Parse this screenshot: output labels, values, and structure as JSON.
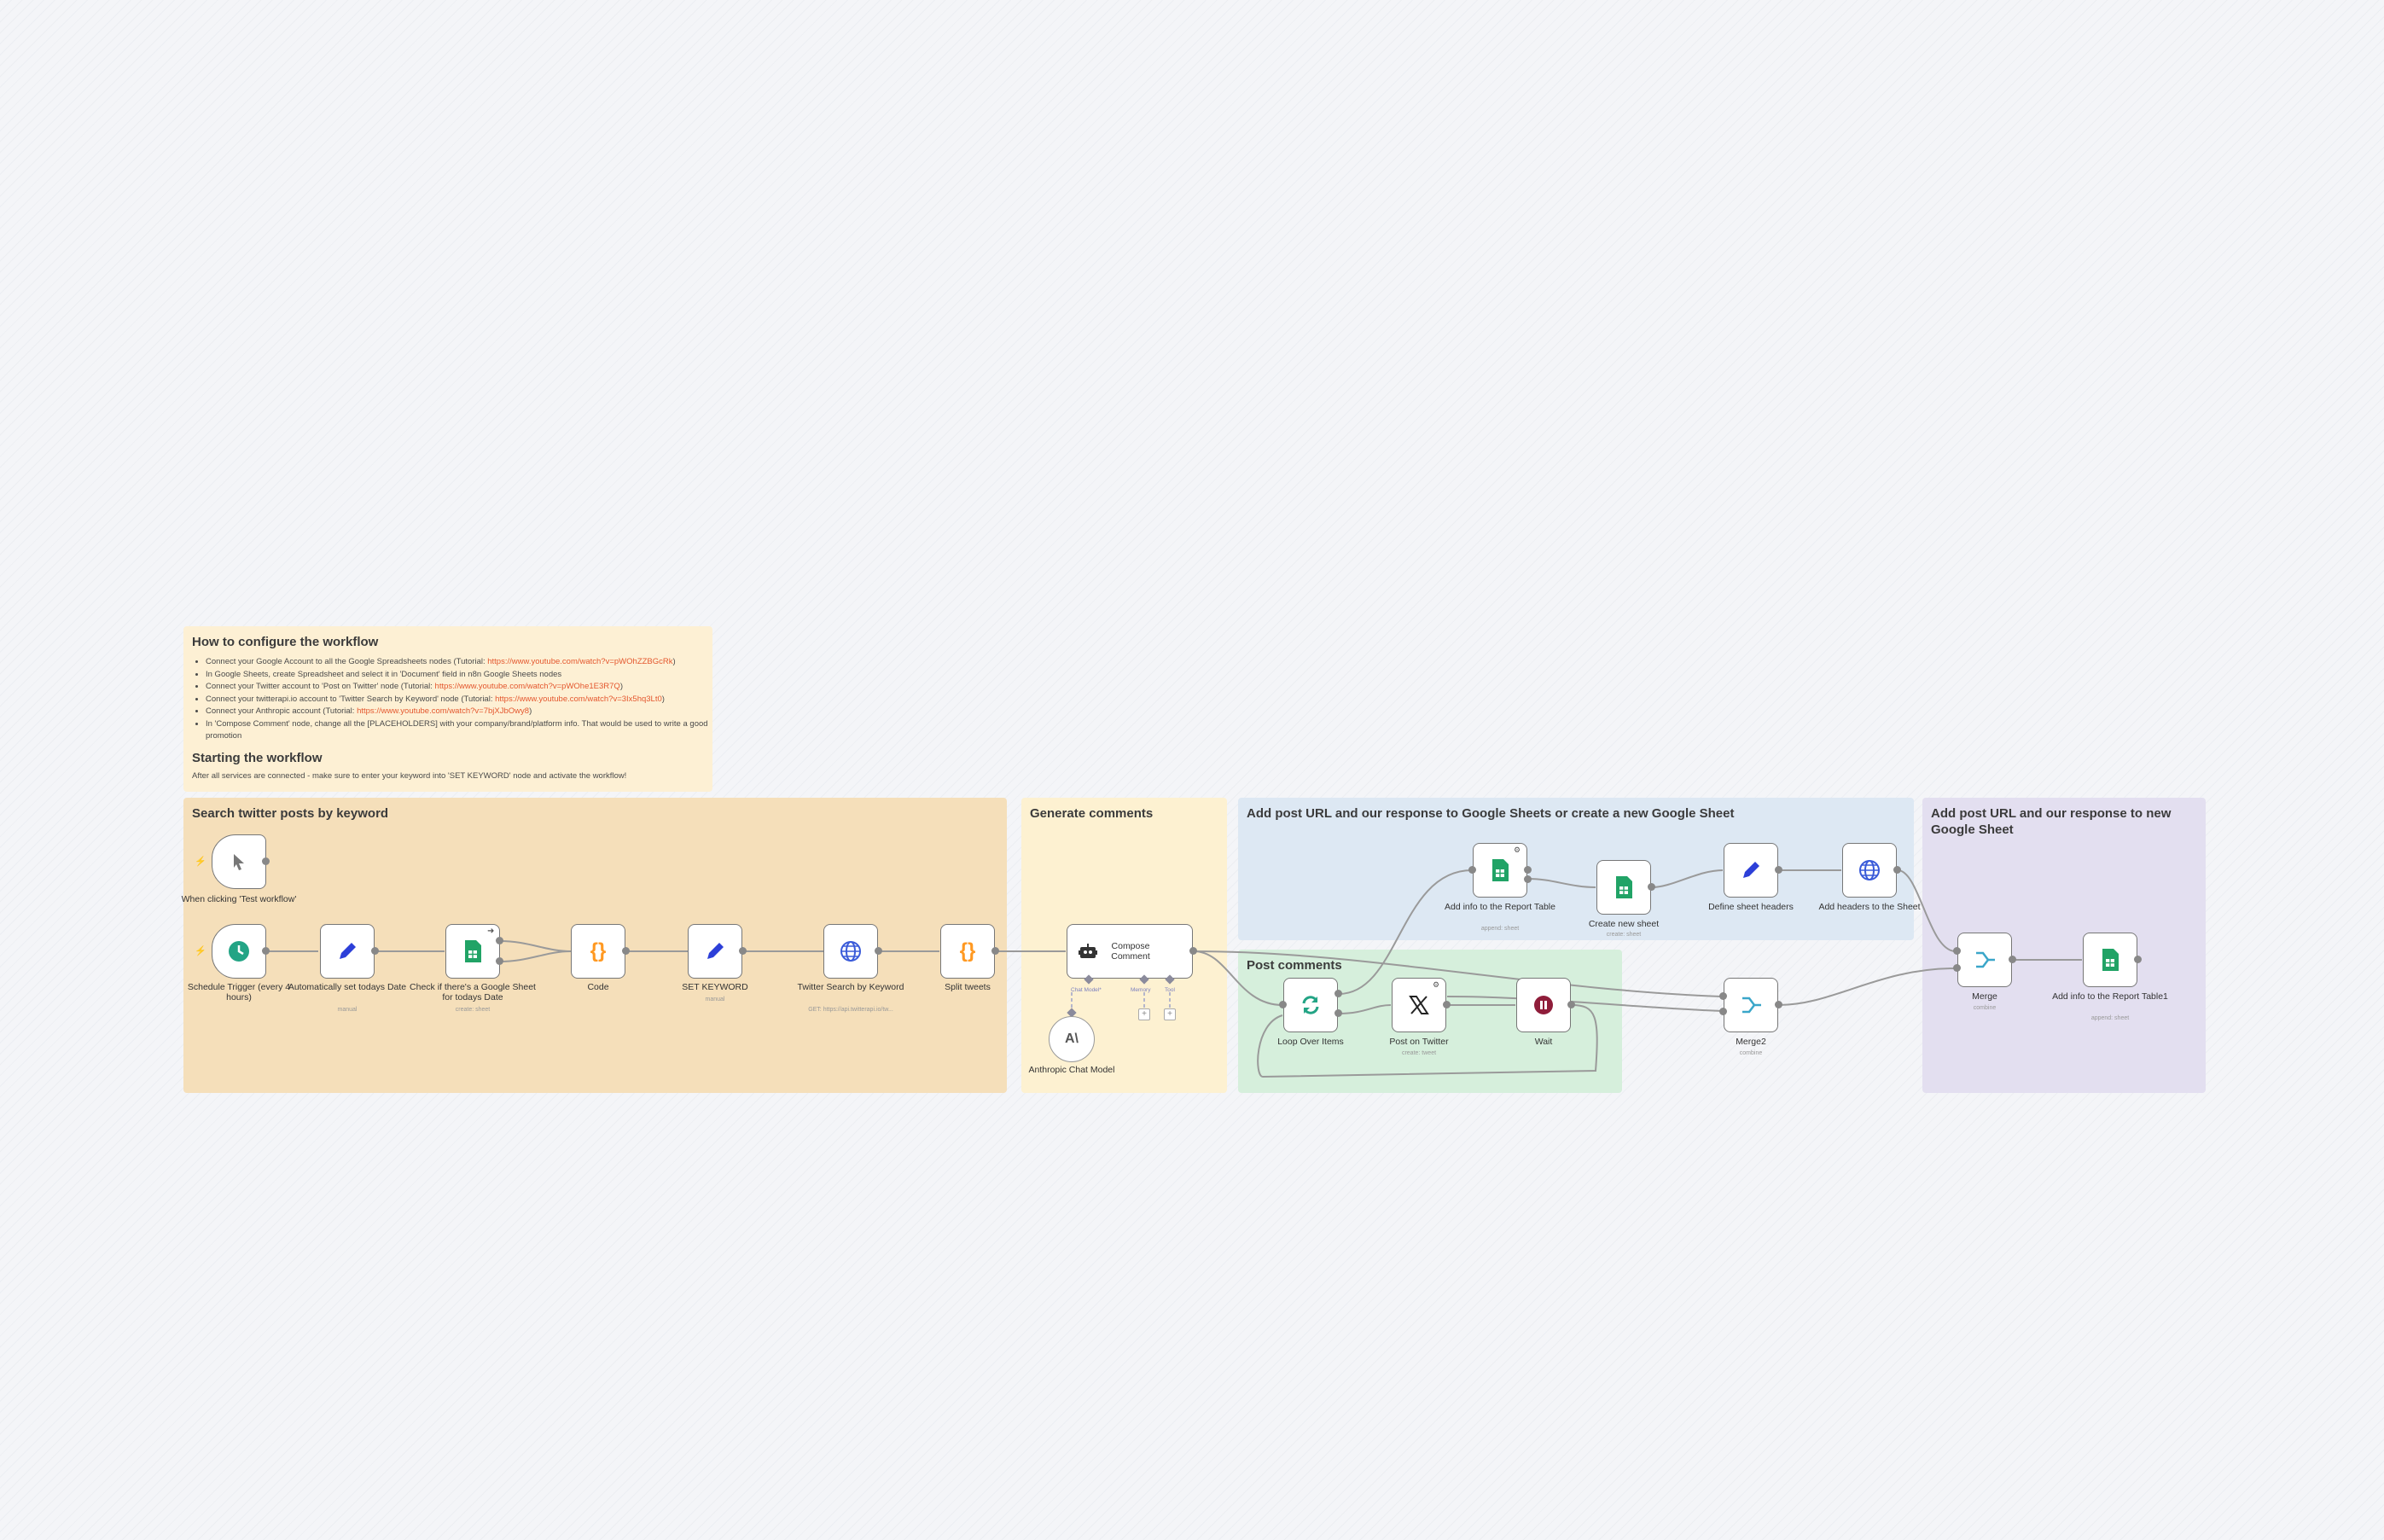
{
  "colors": {
    "accent": "#e4572e",
    "sheets_green": "#21a366",
    "code_orange": "#ff9922",
    "edit_blue": "#2c3fd8",
    "http_blue": "#3a5bd9",
    "loop_teal": "#23a485",
    "wait_red": "#8f1d3a"
  },
  "notes": {
    "configure": {
      "title": "How to configure the workflow",
      "items": [
        {
          "text": "Connect your Google Account to all the Google Spreadsheets nodes (Tutorial: ",
          "link": "https://www.youtube.com/watch?v=pWOhZZBGcRk",
          "tail": ")"
        },
        {
          "text": "In Google Sheets, create Spreadsheet and select it in 'Document' field in n8n Google Sheets nodes",
          "link": "",
          "tail": ""
        },
        {
          "text": "Connect your Twitter account to 'Post on Twitter' node (Tutorial: ",
          "link": "https://www.youtube.com/watch?v=pWOhe1E3R7Q",
          "tail": ")"
        },
        {
          "text": "Connect your twitterapi.io account to 'Twitter Search by Keyword' node (Tutorial: ",
          "link": "https://www.youtube.com/watch?v=3Ix5hq3Lt0",
          "tail": ")"
        },
        {
          "text": "Connect your Anthropic account (Tutorial: ",
          "link": "https://www.youtube.com/watch?v=7bjXJbOwy8",
          "tail": ")"
        },
        {
          "text": "In 'Compose Comment' node, change all the [PLACEHOLDERS] with your company/brand/platform info. That would be used to write a good promotion",
          "link": "",
          "tail": ""
        }
      ],
      "start_title": "Starting the workflow",
      "start_text": "After all services are connected - make sure to enter your keyword into 'SET KEYWORD' node and activate the workflow!"
    },
    "search": "Search twitter posts by keyword",
    "generate": "Generate comments",
    "blue": "Add post URL and our response to Google Sheets or create a new Google Sheet",
    "post": "Post comments",
    "purple": "Add post URL and our response to new Google Sheet"
  },
  "nodes": {
    "manual": {
      "label": "When clicking 'Test workflow'"
    },
    "schedule": {
      "label": "Schedule Trigger (every 4 hours)"
    },
    "set_date": {
      "label": "Automatically set todays Date",
      "sub": "manual"
    },
    "check_sheet": {
      "label": "Check if there's a Google Sheet for todays Date",
      "sub": "create: sheet"
    },
    "code": {
      "label": "Code"
    },
    "set_keyword": {
      "label": "SET KEYWORD",
      "sub": "manual"
    },
    "twitter_search": {
      "label": "Twitter Search by Keyword",
      "sub": "GET: https://api.twitterapi.io/tw..."
    },
    "split": {
      "label": "Split tweets"
    },
    "compose": {
      "label": "Compose Comment"
    },
    "compose_ports": {
      "chat": "Chat Model*",
      "memory": "Memory",
      "tool": "Tool"
    },
    "anthropic": {
      "label": "Anthropic Chat Model",
      "icon_text": "A\\"
    },
    "add_report": {
      "label": "Add info to the Report Table",
      "sub": "append: sheet"
    },
    "create_sheet": {
      "label": "Create new sheet",
      "sub": "create: sheet"
    },
    "define_headers": {
      "label": "Define sheet headers"
    },
    "add_headers": {
      "label": "Add headers to the Sheet"
    },
    "loop": {
      "label": "Loop Over Items"
    },
    "post_twitter": {
      "label": "Post on Twitter",
      "sub": "create: tweet"
    },
    "wait": {
      "label": "Wait"
    },
    "merge2": {
      "label": "Merge2",
      "sub": "combine"
    },
    "merge": {
      "label": "Merge",
      "sub": "combine"
    },
    "add_report1": {
      "label": "Add info to the Report Table1",
      "sub": "append: sheet"
    }
  }
}
